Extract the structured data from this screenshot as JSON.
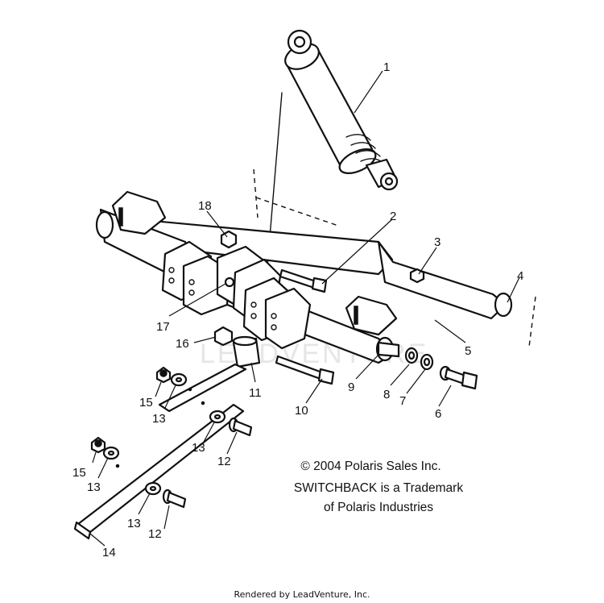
{
  "callouts": {
    "c1": "1",
    "c2": "2",
    "c3": "3",
    "c4": "4",
    "c5": "5",
    "c6": "6",
    "c7": "7",
    "c8": "8",
    "c9": "9",
    "c10": "10",
    "c11": "11",
    "c12a": "12",
    "c12b": "12",
    "c13a": "13",
    "c13b": "13",
    "c13c": "13",
    "c13d": "13",
    "c14": "14",
    "c15a": "15",
    "c15b": "15",
    "c16": "16",
    "c17": "17",
    "c18": "18"
  },
  "notice": {
    "copyright": "© 2004 Polaris Sales Inc.",
    "trademark_line1": "SWITCHBACK is a Trademark",
    "trademark_line2": "of Polaris Industries"
  },
  "watermark": "LEADVENTURE",
  "footer": "Rendered by LeadVenture, Inc."
}
